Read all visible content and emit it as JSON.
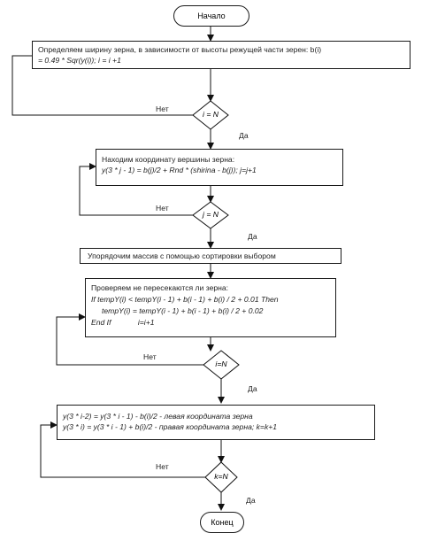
{
  "start": "Начало",
  "end": "Конец",
  "step1": {
    "line1": "Определяем ширину зерна, в зависимости от высоты режущей части зерен: b(i)",
    "line2": "= 0.49 * Sqr(y(i));  i = i +1"
  },
  "cond1": {
    "text": "i = N",
    "no": "Нет",
    "yes": "Да"
  },
  "step2": {
    "line1": "Находим координату вершины зерна:",
    "line2": "y(3 * j - 1) = b(j)/2 + Rnd * (shirina - b(j));  j=j+1"
  },
  "cond2": {
    "text": "j = N",
    "no": "Нет",
    "yes": "Да"
  },
  "step3": {
    "line1": "Упорядочим массив с помощью сортировки выбором"
  },
  "step4": {
    "line1": "Проверяем не пересекаются ли зерна:",
    "line2": "If tempY(i) < tempY(i - 1) + b(i - 1) + b(i) / 2 + 0.01 Then",
    "line3": "tempY(i) = tempY(i - 1) + b(i - 1) + b(i) / 2 + 0.02",
    "line4": "End If",
    "line4b": "i=i+1"
  },
  "cond3": {
    "text": "i=N",
    "no": "Нет",
    "yes": "Да"
  },
  "step5": {
    "line1": "y(3 * i-2) = y(3 * i - 1) - b(i)/2 -  левая координата зерна",
    "line2": "y(3 * i) = y(3 * i - 1) + b(i)/2 -  правая координата зерна;  k=k+1"
  },
  "cond4": {
    "text": "k=N",
    "no": "Нет",
    "yes": "Да"
  }
}
